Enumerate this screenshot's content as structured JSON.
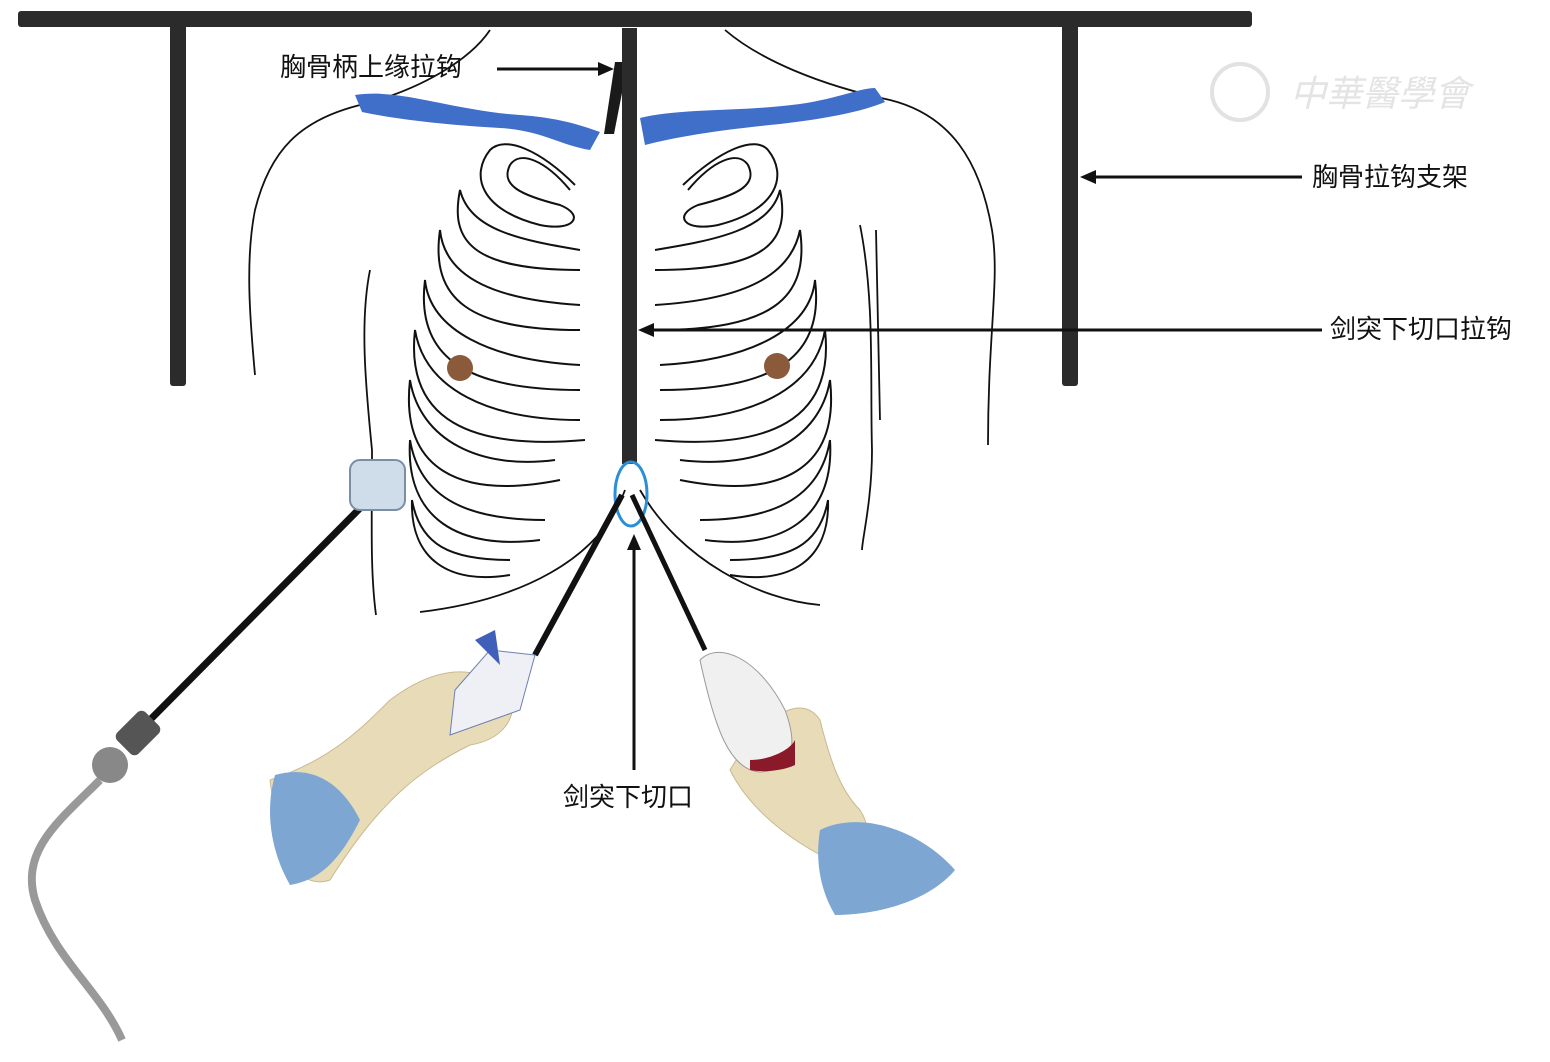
{
  "title": "Subxiphoid surgical setup diagram",
  "labels": {
    "manubrium_retractor": "胸骨柄上缘拉钩",
    "sternal_retractor_frame": "胸骨拉钩支架",
    "subxiphoid_incision_retractor": "剑突下切口拉钩",
    "subxiphoid_incision": "剑突下切口"
  },
  "watermark": "中華醫學會",
  "colors": {
    "clavicle": "#3f6fc8",
    "retractor": "#2b2b2b",
    "incision": "#2a8fd8",
    "glove": "#e8dcb8",
    "sleeve": "#7ea6d2",
    "nipple": "#8a5a3a"
  }
}
